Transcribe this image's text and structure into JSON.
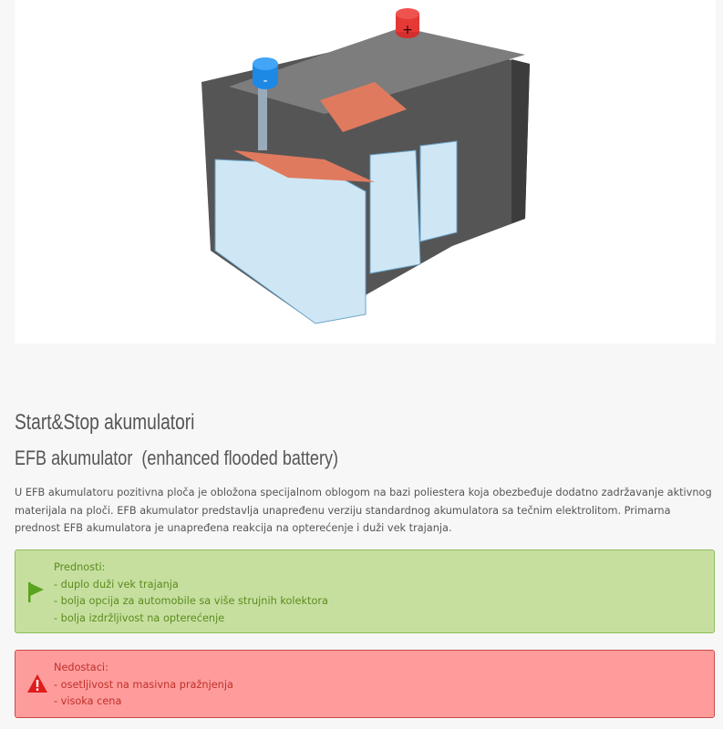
{
  "hero_image": {
    "alt_icons": [
      "battery-cutaway-illustration"
    ],
    "terminals": {
      "negative": "-",
      "positive": "+"
    }
  },
  "headings": {
    "title": "Start&Stop akumulatori",
    "subtitle": "EFB akumulator  (enhanced flooded battery)"
  },
  "paragraph": "U EFB akumulatoru pozitivna ploča je obložona specijalnom oblogom na bazi poliestera koja obezbeđuje dodatno zadržavanje aktivnog materijala na ploči. EFB akumulator predstavlja unapređenu verziju standardnog akumulatora sa tečnim elektrolitom. Primarna prednost EFB akumulatora je unapređena reakcija na opterećenje i duži vek trajanja.",
  "advantages": {
    "title": "Prednosti:",
    "icon": "flag-icon",
    "items": [
      "- duplo duži vek trajanja",
      "- bolja opcija za automobile sa više strujnih kolektora",
      "- bolja izdržljivost na opterećenje"
    ]
  },
  "disadvantages": {
    "title": "Nedostaci:",
    "icon": "warning-icon",
    "items": [
      "- osetljivost na masivna pražnjenja",
      "- visoka cena"
    ]
  },
  "colors": {
    "success_bg": "#c6df9f",
    "success_text": "#5b8c1e",
    "danger_bg": "#fe9c9c",
    "danger_text": "#c0302a"
  }
}
